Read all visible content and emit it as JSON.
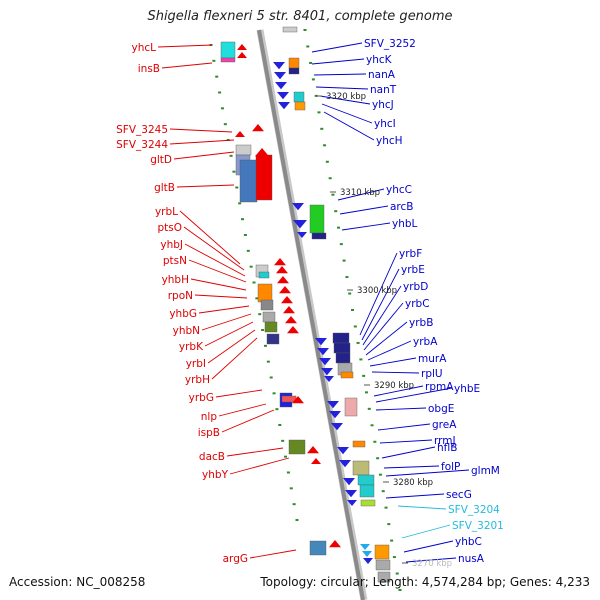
{
  "title": "Shigella flexneri 5 str. 8401, complete genome",
  "footer": {
    "accession": "Accession: NC_008258",
    "summary": "Topology: circular; Length: 4,574,284 bp; Genes: 4,233"
  },
  "colors": {
    "left_label": "#dd0000",
    "right_label": "#0000cc",
    "cyan_label": "#22bbdd",
    "axis": "#8a8a8a",
    "tick": "#2e8b2e"
  },
  "scale_ticks": [
    "3320 kbp",
    "3310 kbp",
    "3300 kbp",
    "3290 kbp",
    "3280 kbp",
    "3270 kbp"
  ],
  "genes_left": [
    "yhcL",
    "insB",
    "SFV_3245",
    "SFV_3244",
    "gltD",
    "gltB",
    "yrbL",
    "ptsO",
    "yhbJ",
    "ptsN",
    "yhbH",
    "rpoN",
    "yhbG",
    "yhbN",
    "yrbK",
    "yrbI",
    "yrbH",
    "yrbG",
    "nlp",
    "ispB",
    "dacB",
    "yhbY",
    "argG"
  ],
  "genes_right": [
    "SFV_3252",
    "yhcK",
    "nanA",
    "nanT",
    "yhcJ",
    "yhcI",
    "yhcH",
    "yhcC",
    "arcB",
    "yhbL",
    "yrbF",
    "yrbE",
    "yrbD",
    "yrbC",
    "yrbB",
    "yrbA",
    "murA",
    "rplU",
    "rpmA",
    "yhbE",
    "obgE",
    "greA",
    "rrmJ",
    "hflB",
    "folP",
    "glmM",
    "secG",
    "SFV_3204",
    "SFV_3201",
    "yhbC",
    "nusA"
  ],
  "genes_right_cyan": [
    "SFV_3204",
    "SFV_3201"
  ]
}
